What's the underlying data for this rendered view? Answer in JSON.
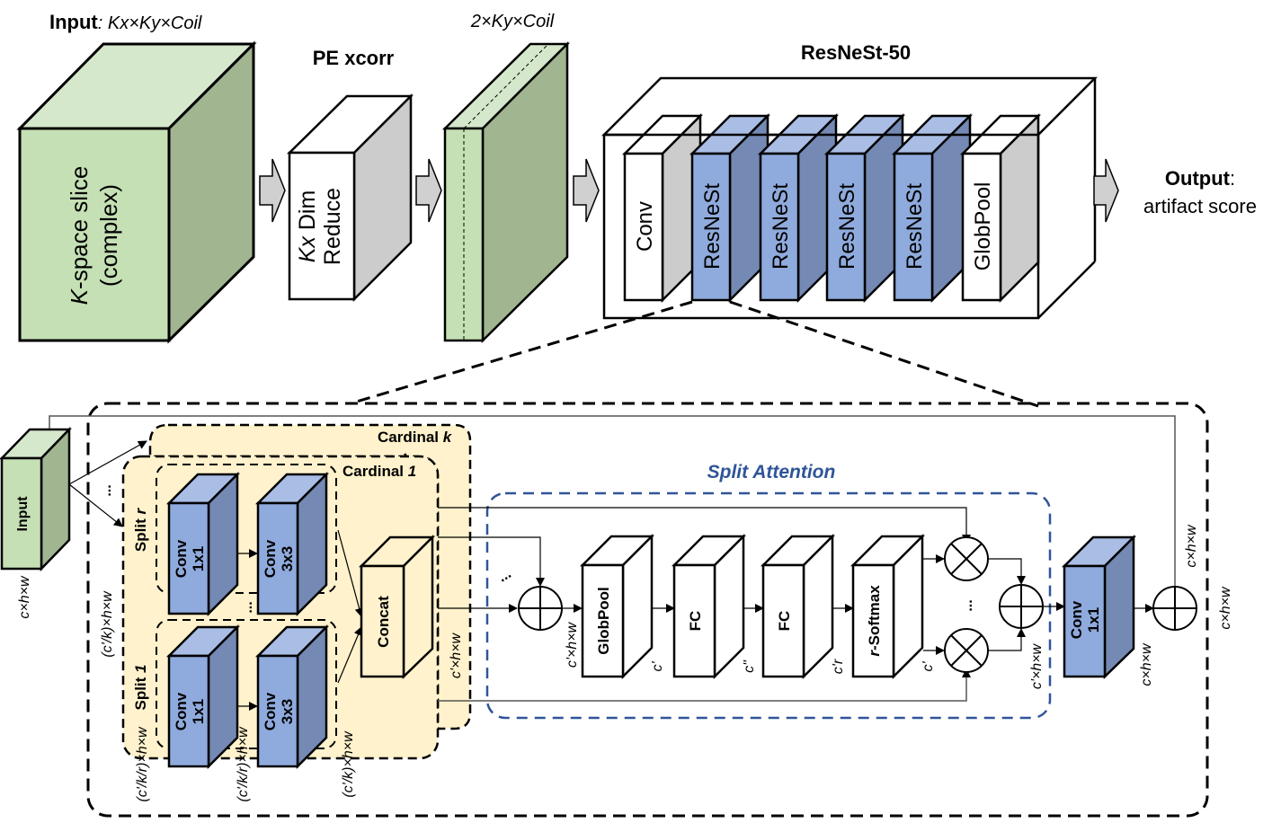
{
  "top": {
    "input_label_bold": "Input",
    "input_label_rest": ": Kx×Ky×Coil",
    "kspace_line1_italic": "K",
    "kspace_line1_rest": "-space slice",
    "kspace_line2": "(complex)",
    "pe_title": "PE xcorr",
    "dimreduce_line1_italic": "Kx",
    "dimreduce_line1_rest": " Dim",
    "dimreduce_line2": "Reduce",
    "mid_dims": "2×Ky×Coil",
    "resnest_title": "ResNeSt-50",
    "layers": [
      "Conv",
      "ResNeSt",
      "ResNeSt",
      "ResNeSt",
      "ResNeSt",
      "GlobPool"
    ],
    "output_bold": "Output",
    "output_colon": ":",
    "output_text": "artifact score"
  },
  "block": {
    "input_label": "Input",
    "input_dims": "c×h×w",
    "split_branch_dims": "(c'/k)×h×w",
    "cardinal_k": "Cardinal ",
    "cardinal_k_italic": "k",
    "cardinal_1": "Cardinal ",
    "cardinal_1_italic": "1",
    "split_r": "Split ",
    "split_r_italic": "r",
    "split_1": "Split ",
    "split_1_italic": "1",
    "conv1x1_line1": "Conv",
    "conv1x1_line2": "1x1",
    "conv3x3_line1": "Conv",
    "conv3x3_line2": "3x3",
    "concat": "Concat",
    "split_in_dims": "(c'/k/r)×h×w",
    "split_mid_dims": "(c'/k/r)×h×w",
    "split_out_dims": "(c'/k)×h×w",
    "concat_dims": "c'×h×w",
    "ellipsis": "..."
  },
  "split_attention": {
    "title": "Split Attention",
    "sum_dims": "c'×h×w",
    "globpool": "GlobPool",
    "fc1": "FC",
    "fc2": "FC",
    "softmax_italic": "r",
    "softmax_rest": "-Softmax",
    "dim_after_globpool": "c'",
    "dim_after_fc1": "c\"",
    "dim_after_fc2": "c'r",
    "dim_after_softmax": "c'",
    "out_dims": "c'×h×w"
  },
  "tail": {
    "conv_line1": "Conv",
    "conv_line2": "1x1",
    "conv_out_dims": "c×h×w",
    "skip_dims": "c×h×w",
    "output_dims": "c×h×w"
  },
  "colors": {
    "green_front": "#c5e0b4",
    "green_top": "#d5e8cb",
    "green_side": "#a0b590",
    "blue_front": "#8faadc",
    "blue_top": "#a9bde5",
    "blue_side": "#7489b3",
    "gray_side": "#cccccc",
    "cream": "#fff2cc",
    "attention_blue": "#2f5597"
  }
}
